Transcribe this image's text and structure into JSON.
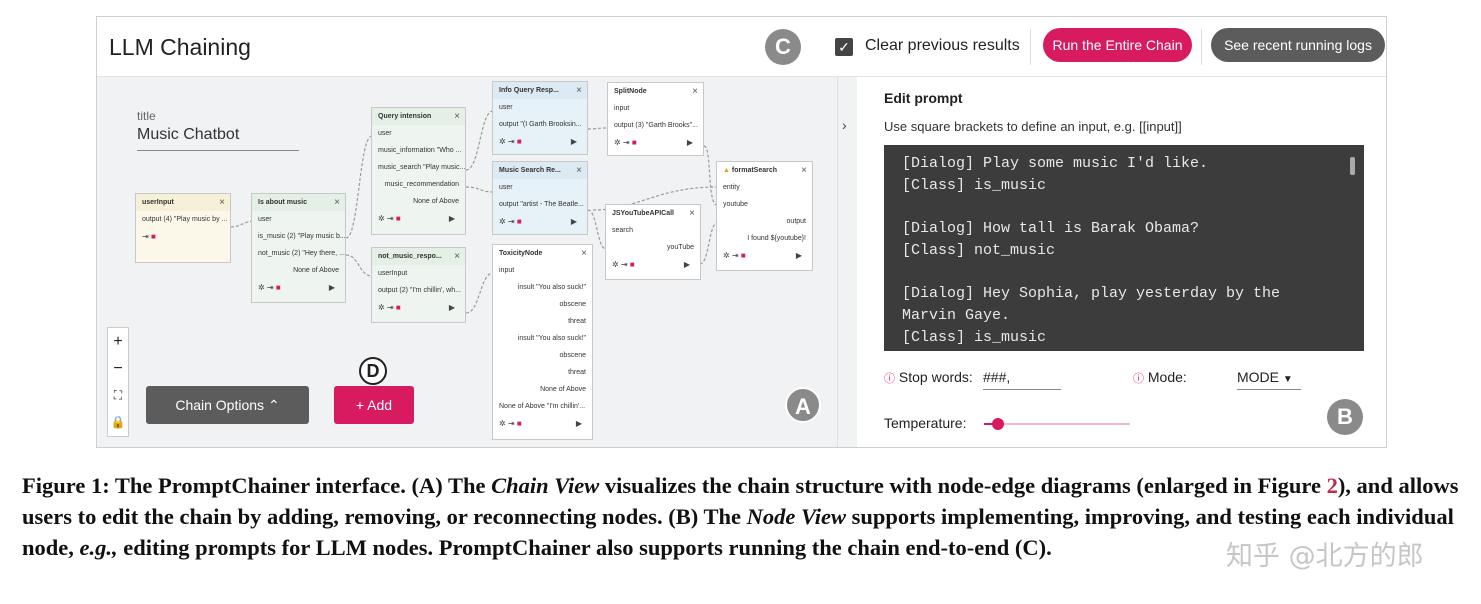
{
  "app": {
    "title": "LLM Chaining",
    "badge_c": "C",
    "clear_label": "Clear previous results",
    "run_label": "Run the Entire Chain",
    "logs_label": "See recent running logs",
    "accent": "#d81b60",
    "grey_btn": "#5c5c5c"
  },
  "canvas": {
    "title_label": "title",
    "title_value": "Music Chatbot",
    "chain_options": "Chain Options",
    "add_label": "+  Add",
    "badge_a": "A",
    "badge_d": "D",
    "zoom_in": "+",
    "zoom_out": "−",
    "fit": "⛶",
    "lock": "🔒",
    "nodes": {
      "userInput": {
        "title": "userInput",
        "rows": [
          "output (4) \"Play music by ..."
        ]
      },
      "is_about_music": {
        "title": "Is about music",
        "rows": [
          "user",
          "is_music (2) \"Play music b...",
          "not_music (2) \"Hey there, ...",
          "None of Above"
        ]
      },
      "query_intension": {
        "title": "Query intension",
        "rows": [
          "user",
          "music_information \"Who ...",
          "music_search \"Play music...",
          "music_recommendation",
          "None of Above"
        ]
      },
      "not_music_response": {
        "title": "not_music_respo...",
        "rows": [
          "userInput",
          "output (2) \"I'm chillin', wh..."
        ]
      },
      "info_query": {
        "title": "Info Query Resp...",
        "rows": [
          "user",
          "output \"(I Garth Brooksin..."
        ]
      },
      "music_search": {
        "title": "Music Search Re...",
        "rows": [
          "user",
          "output \"artist - The Beatle..."
        ]
      },
      "toxicity": {
        "title": "ToxicityNode",
        "rows": [
          "input",
          "insult \"You also suck!\"",
          "obscene",
          "threat",
          "insult \"You also suck!\"",
          "obscene",
          "threat",
          "None of Above",
          "None of Above \"I'm chillin'..."
        ]
      },
      "split": {
        "title": "SplitNode",
        "rows": [
          "input",
          "output (3) \"Garth Brooks\"..."
        ]
      },
      "youtube_api": {
        "title": "JSYouTubeAPICall",
        "rows": [
          "search",
          "youTube"
        ]
      },
      "format_search": {
        "title": "formatSearch",
        "rows": [
          "entity",
          "youtube",
          "output",
          "I found ${youtube}!"
        ]
      }
    }
  },
  "node_view": {
    "title": "Edit prompt",
    "hint": "Use square brackets to define an input, e.g. [[input]]",
    "prompt_lines": [
      "[Dialog] Play some music I'd like.",
      "[Class] is_music",
      "",
      "[Dialog] How tall is Barak Obama?",
      "[Class] not_music",
      "",
      "[Dialog] Hey Sophia, play yesterday by the",
      "Marvin Gaye.",
      "[Class] is_music"
    ],
    "stop_label": "Stop words:",
    "stop_value": "###,",
    "mode_label": "Mode:",
    "mode_value": "MODE",
    "temp_label": "Temperature:",
    "temperature_fraction": 0.1,
    "badge_b": "B"
  },
  "caption": {
    "label": "Figure 1: The PromptChainer interface. (A) The ",
    "i1": "Chain View",
    "t1": " visualizes the chain structure with node-edge diagrams (enlarged in Figure ",
    "ref": "2",
    "t2": "), and allows users to edit the chain by adding, removing, or reconnecting nodes. (B) The ",
    "i2": "Node View",
    "t3": " supports implementing, improving, and testing each individual node, ",
    "i3": "e.g.,",
    "t4": " editing prompts for LLM nodes. PromptChainer also supports running the chain end-to-end (C)."
  },
  "watermark": "知乎 @北方的郎"
}
